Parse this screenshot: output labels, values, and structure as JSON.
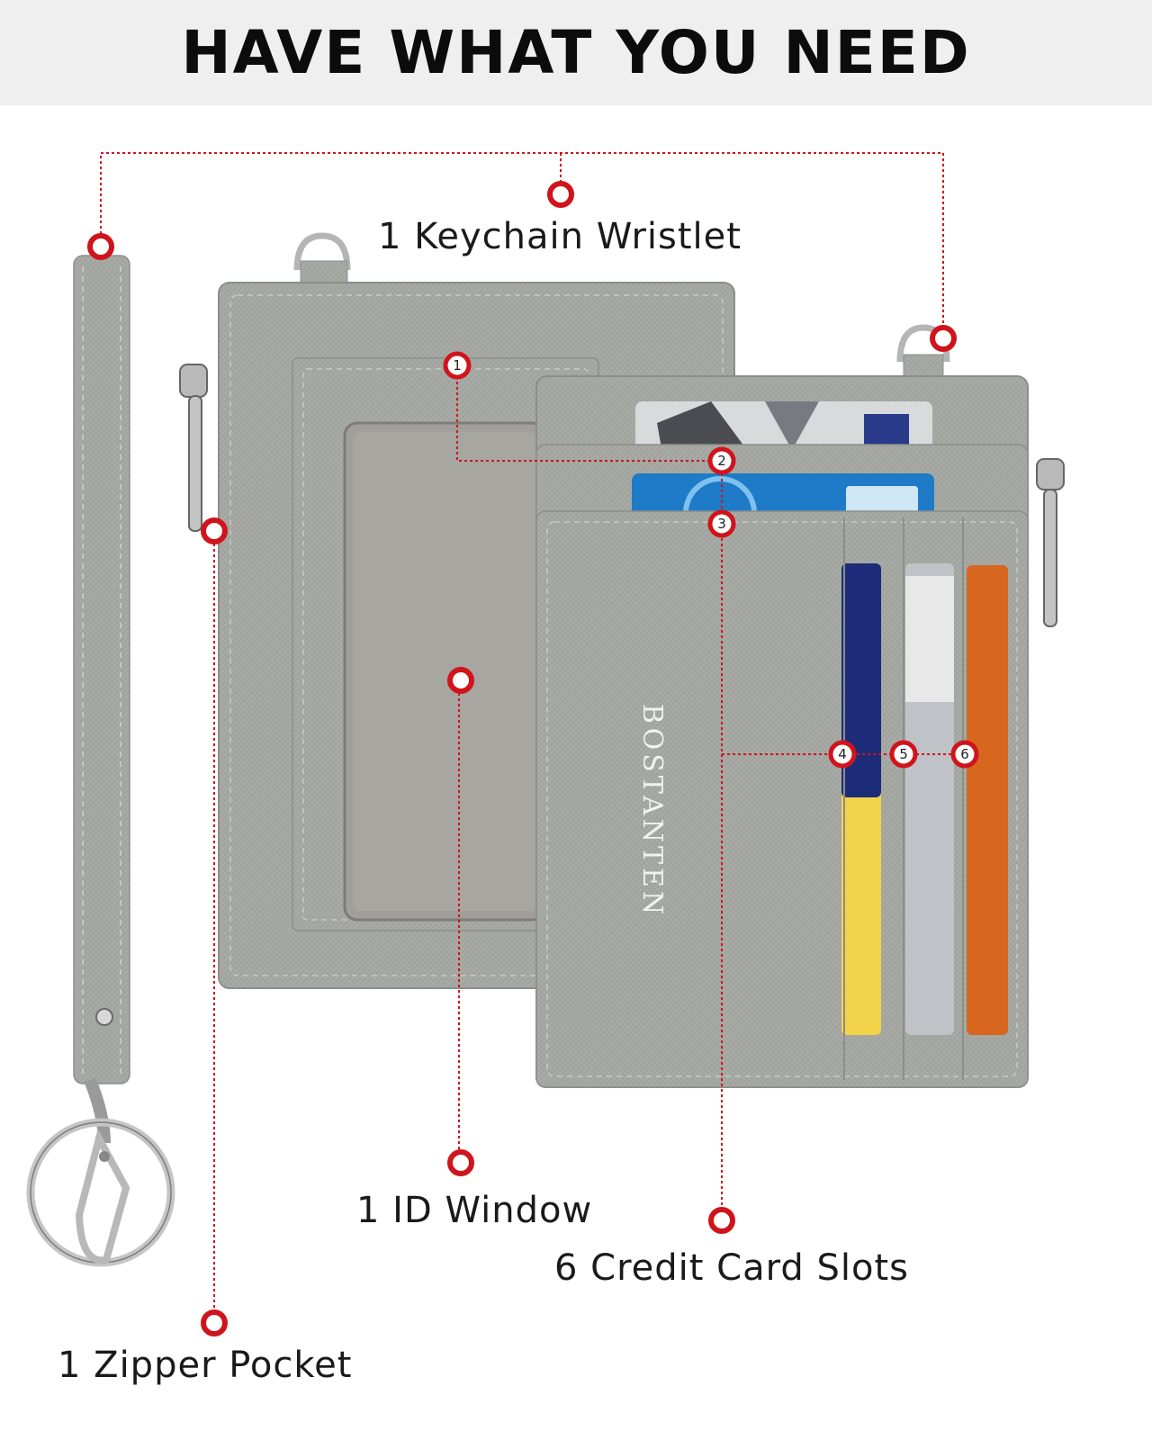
{
  "header": {
    "title": "HAVE WHAT YOU NEED"
  },
  "labels": {
    "keychain": "1 Keychain Wristlet",
    "id_window": "1 ID Window",
    "card_slots": "6 Credit Card Slots",
    "zipper": "1 Zipper Pocket"
  },
  "product": {
    "brand": "BOSTANTEN"
  },
  "callout_numbers": [
    "1",
    "2",
    "3",
    "4",
    "5",
    "6"
  ],
  "colors": {
    "accent": "#d0141c",
    "leather": "#a4a6a2",
    "header_bg": "#efefef"
  }
}
